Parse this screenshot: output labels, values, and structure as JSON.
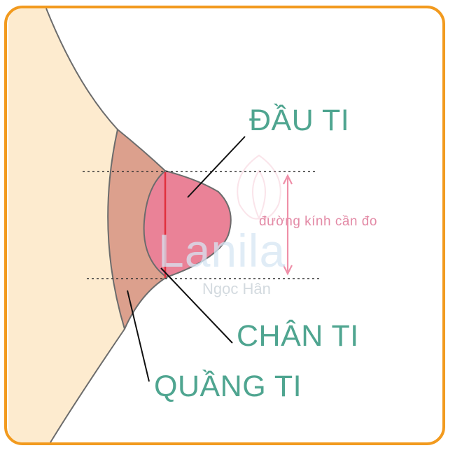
{
  "labels": {
    "nipple": "ĐẦU TI",
    "nipple_base": "CHÂN TI",
    "areola": "QUẦNG TI",
    "measure_note": "đường kính cần đo"
  },
  "watermark": {
    "brand": "Lanila",
    "name": "Ngọc Hân"
  },
  "colors": {
    "frame": "#f29a1e",
    "skin": "#fdebcf",
    "areola": "#dca08d",
    "nipple": "#ea8297",
    "outline": "#6c6c6c",
    "measure_line": "#e0303e",
    "arrow": "#ef8fa8",
    "label_text": "#4fa590"
  }
}
